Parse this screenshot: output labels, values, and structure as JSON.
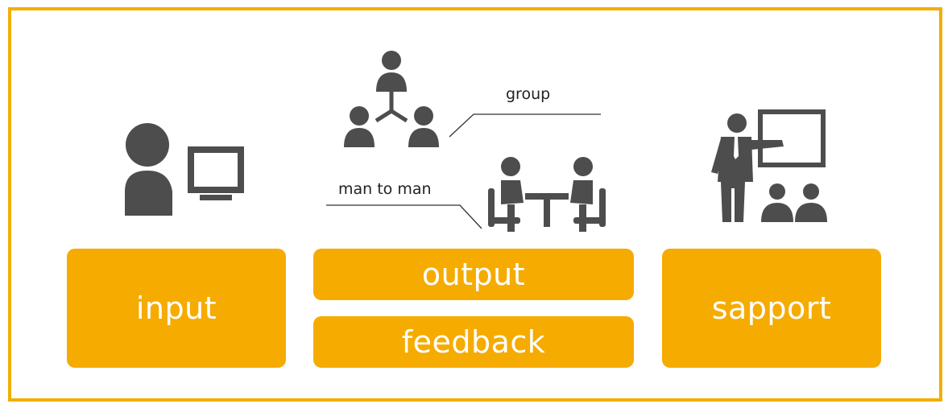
{
  "diagram": {
    "labels": {
      "group": "group",
      "man_to_man": "man to man"
    },
    "boxes": {
      "input": "input",
      "output": "output",
      "feedback": "feedback",
      "support": "sapport"
    },
    "icons": {
      "user_pc": "person-computer-icon",
      "group": "group-network-icon",
      "meeting": "one-on-one-meeting-icon",
      "presenter": "presenter-whiteboard-icon"
    },
    "colors": {
      "frame": "#f2ae00",
      "box": "#f6ab00",
      "icon": "#4d4d4d",
      "text_on_box": "#ffffff"
    }
  }
}
